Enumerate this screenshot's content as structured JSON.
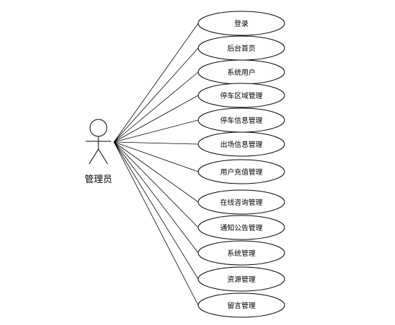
{
  "actor": {
    "name": "管理员"
  },
  "use_cases": [
    {
      "label": "登录"
    },
    {
      "label": "后台首页"
    },
    {
      "label": "系统用户"
    },
    {
      "label": "停车区域管理"
    },
    {
      "label": "停车信息管理"
    },
    {
      "label": "出场信息管理"
    },
    {
      "label": "用户充值管理"
    },
    {
      "label": "在线咨询管理"
    },
    {
      "label": "通知公告管理"
    },
    {
      "label": "系统管理"
    },
    {
      "label": "资源管理"
    },
    {
      "label": "留言管理"
    }
  ]
}
